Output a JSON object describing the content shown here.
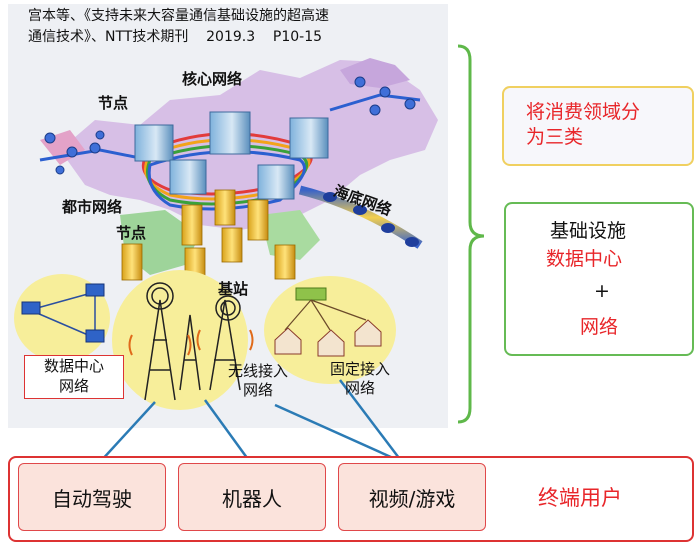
{
  "citation": {
    "line1": "宫本等、《支持未来大容量通信基础设施的超高速",
    "line2": "通信技术》、NTT技术期刊    2019.3    P10-15"
  },
  "map_labels": {
    "node_top": "节点",
    "core_network": "核心网络",
    "metro_network": "都市网络",
    "undersea_network": "海底网络",
    "node_mid": "节点",
    "base_station": "基站",
    "datacenter_network": "数据中心\n网络",
    "wireless_access": "无线接入\n网络",
    "fixed_access": "固定接入\n网络"
  },
  "panels": {
    "consumer_title": "将消费领域分\n为三类",
    "infra_title": "基础设施",
    "infra_item1": "数据中心",
    "infra_plus": "+",
    "infra_item2": "网络"
  },
  "categories": [
    {
      "label": "自动驾驶"
    },
    {
      "label": "机器人"
    },
    {
      "label": "视频/游戏"
    }
  ],
  "terminal_label": "终端用户",
  "colors": {
    "accent_red": "#e8262a",
    "box_green": "#66bb55",
    "box_yellow": "#f0d060",
    "tier_border": "#d33",
    "line_blue": "#2b7bb5"
  }
}
